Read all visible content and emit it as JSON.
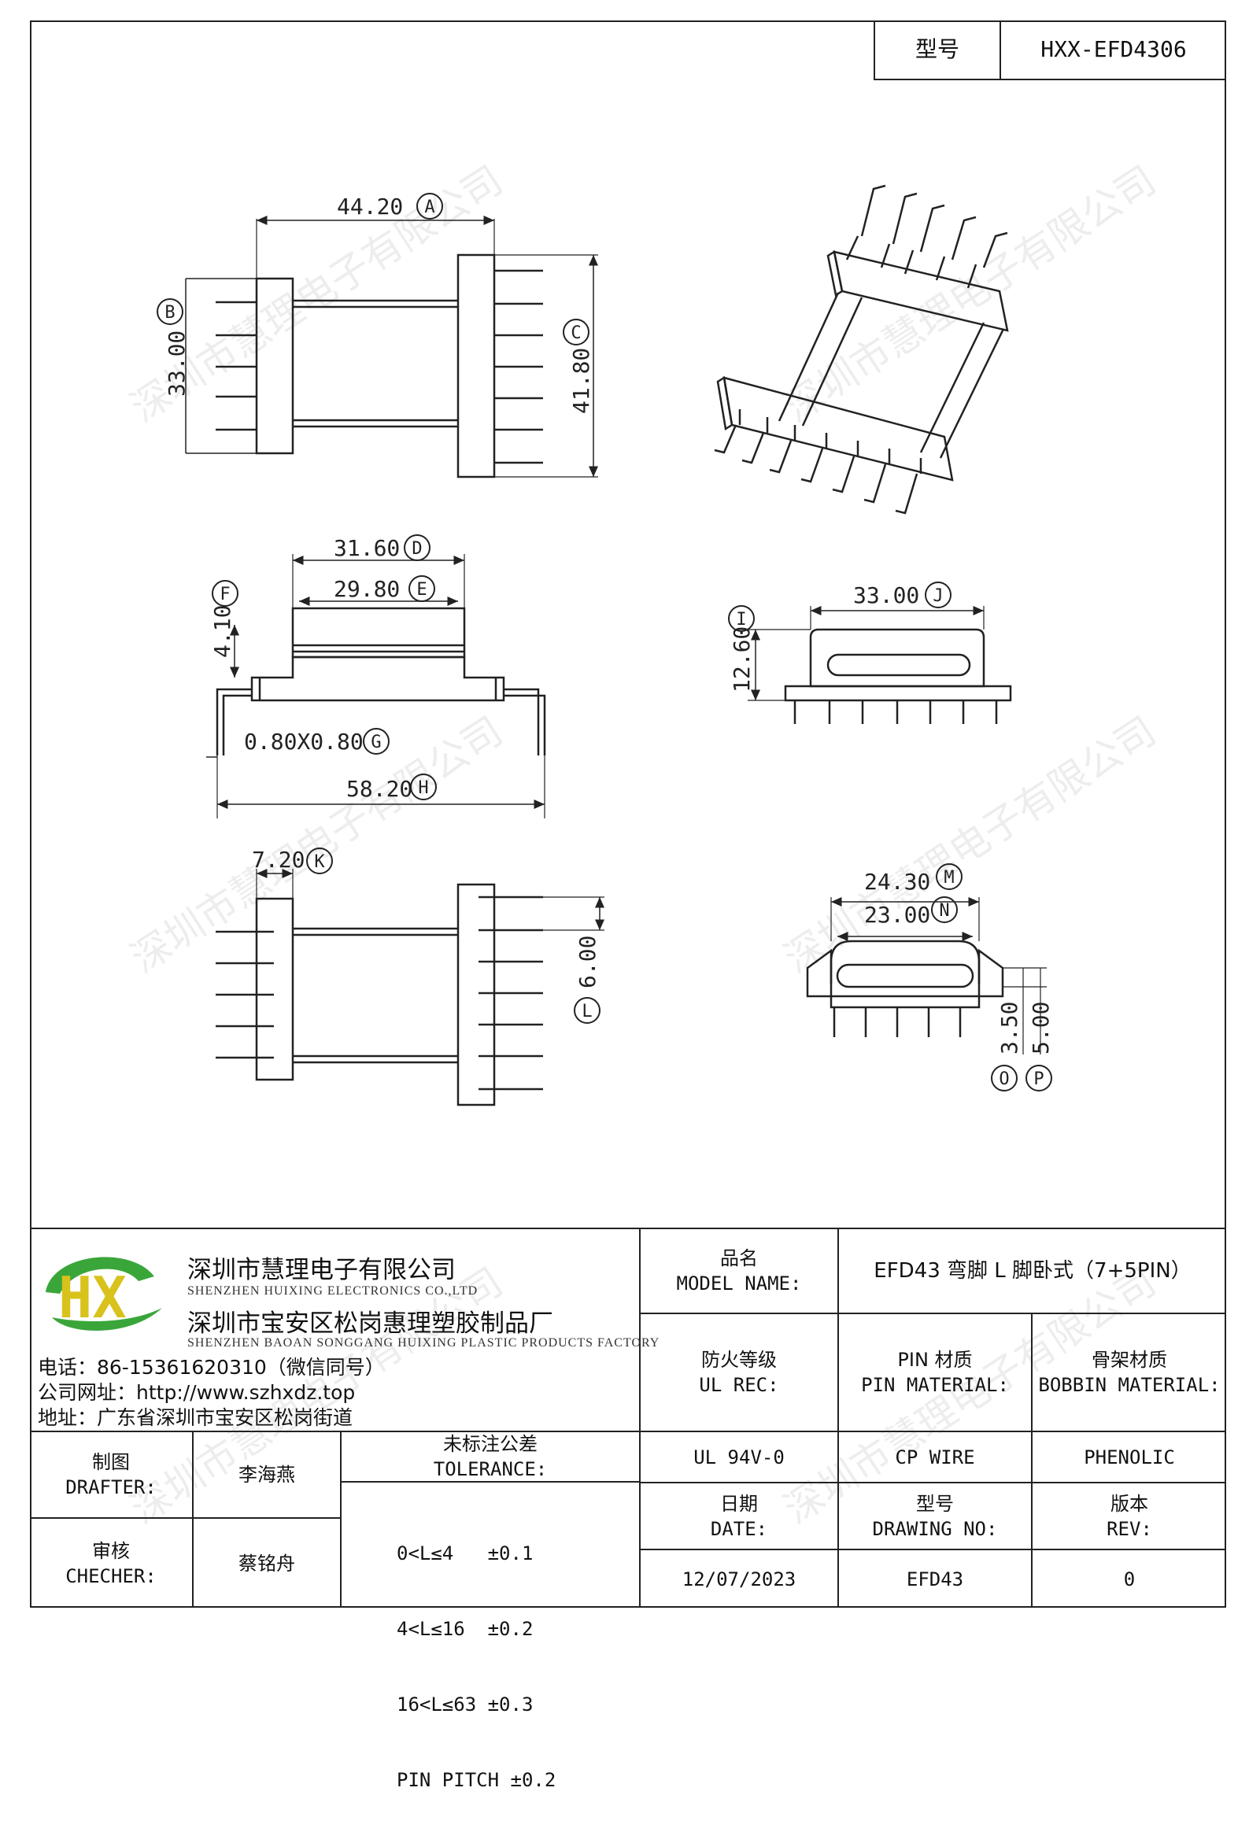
{
  "header": {
    "model_label": "型号",
    "model_value": "HXX-EFD4306"
  },
  "watermark": "深圳市慧理电子有限公司",
  "dimensions": {
    "A": {
      "value": "44.20",
      "ref": "A"
    },
    "B": {
      "value": "33.00",
      "ref": "B"
    },
    "C": {
      "value": "41.80",
      "ref": "C"
    },
    "D": {
      "value": "31.60",
      "ref": "D"
    },
    "E": {
      "value": "29.80",
      "ref": "E"
    },
    "F": {
      "value": "4.10",
      "ref": "F"
    },
    "G": {
      "value": "0.80X0.80",
      "ref": "G"
    },
    "H": {
      "value": "58.20",
      "ref": "H"
    },
    "I": {
      "value": "12.60",
      "ref": "I"
    },
    "J": {
      "value": "33.00",
      "ref": "J"
    },
    "K": {
      "value": "7.20",
      "ref": "K"
    },
    "L": {
      "value": "6.00",
      "ref": "L"
    },
    "M": {
      "value": "24.30",
      "ref": "M"
    },
    "N": {
      "value": "23.00",
      "ref": "N"
    },
    "O": {
      "value": "3.50",
      "ref": "O"
    },
    "P": {
      "value": "5.00",
      "ref": "P"
    }
  },
  "company": {
    "logo_text": "HX",
    "name_cn": "深圳市慧理电子有限公司",
    "name_en": "SHENZHEN HUIXING ELECTRONICS CO.,LTD",
    "factory_cn": "深圳市宝安区松岗惠理塑胶制品厂",
    "factory_en": "SHENZHEN BAOAN SONGGANG HUIXING PLASTIC PRODUCTS FACTORY",
    "phone": "电话：86-15361620310（微信同号）",
    "website": "公司网址：http://www.szhxdz.top",
    "address": "地址：广东省深圳市宝安区松岗街道"
  },
  "title_block": {
    "model_name_label_cn": "品名",
    "model_name_label_en": "MODEL NAME:",
    "model_name_value": "EFD43 弯脚 L 脚卧式（7+5PIN）",
    "ul_label_cn": "防火等级",
    "ul_label_en": "UL REC:",
    "pin_label_cn": "PIN 材质",
    "pin_label_en": "PIN MATERIAL:",
    "bobbin_label_cn": "骨架材质",
    "bobbin_label_en": "BOBBIN MATERIAL:",
    "ul_value": "UL 94V-0",
    "pin_value": "CP WIRE",
    "bobbin_value": "PHENOLIC",
    "drafter_label_cn": "制图",
    "drafter_label_en": "DRAFTER:",
    "drafter_value": "李海燕",
    "checker_label_cn": "审核",
    "checker_label_en": "CHECHER:",
    "checker_value": "蔡铭舟",
    "tolerance_label_cn": "未标注公差",
    "tolerance_label_en": "TOLERANCE:",
    "tolerances": [
      "0<L≤4   ±0.1",
      "4<L≤16  ±0.2",
      "16<L≤63 ±0.3",
      "PIN PITCH ±0.2"
    ],
    "date_label_cn": "日期",
    "date_label_en": "DATE:",
    "date_value": "12/07/2023",
    "drawing_no_label_cn": "型号",
    "drawing_no_label_en": "DRAWING NO:",
    "drawing_no_value": "EFD43",
    "rev_label_cn": "版本",
    "rev_label_en": "REV:",
    "rev_value": "0"
  },
  "colors": {
    "line": "#222222",
    "logo_green": "#3aa63a",
    "logo_yellow": "#d8c21b"
  }
}
